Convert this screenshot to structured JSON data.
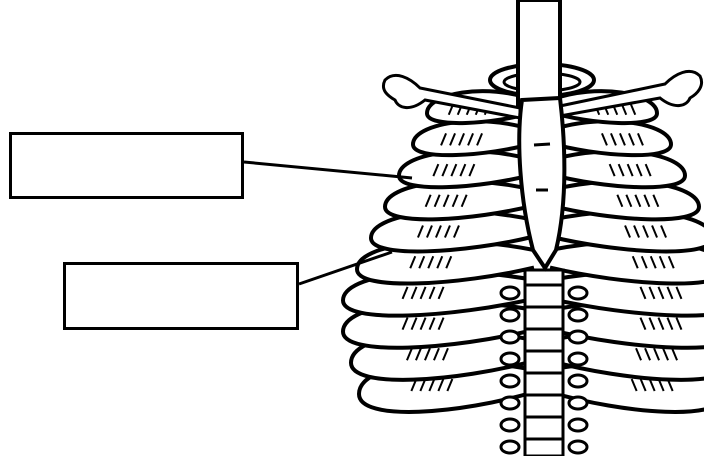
{
  "diagram": {
    "subject": "rib cage",
    "colors": {
      "ink": "#000000",
      "paper": "#ffffff"
    },
    "labels": [
      {
        "id": "label-1",
        "text": ""
      },
      {
        "id": "label-2",
        "text": ""
      }
    ],
    "ribs_per_side": 10
  }
}
